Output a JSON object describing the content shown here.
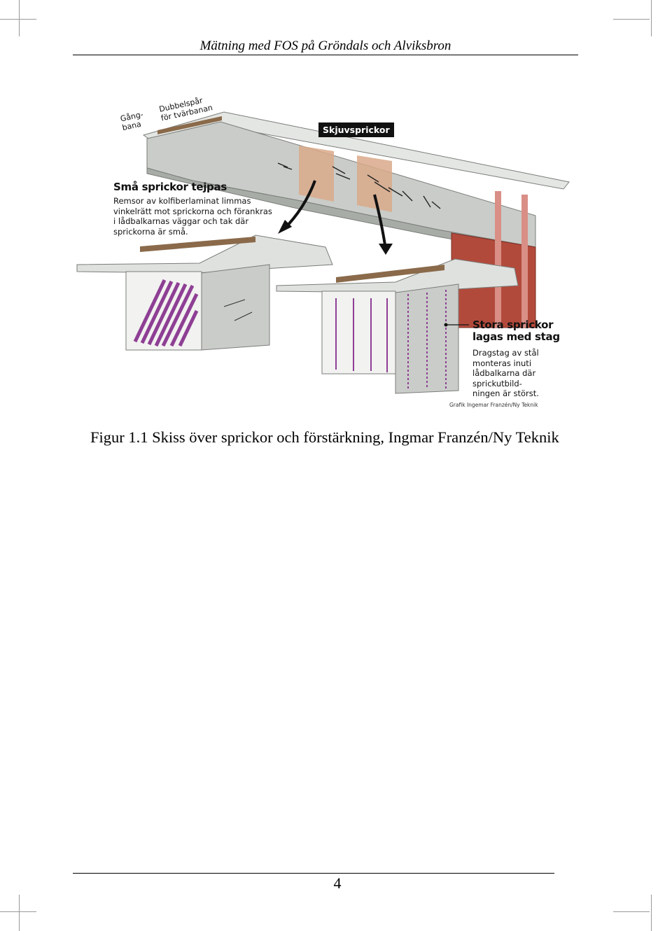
{
  "header": {
    "running_title": "Mätning med FOS på Gröndals och Alviksbron"
  },
  "figure": {
    "labels": {
      "gangbana": "Gång-\nbana",
      "dubbelspar": "Dubbelspår\nför tvärbanan",
      "skjuvsprickor": "Skjuvsprickor",
      "sma_heading": "Små sprickor tejpas",
      "sma_body": "Remsor av kolfiberlaminat limmas\nvinkelrätt mot sprickorna och förankras\ni lådbalkarnas väggar och tak där\nsprickorna är små.",
      "stora_heading": "Stora sprickor\nlagas med stag",
      "stora_body": "Dragstag av stål\nmonteras inuti\nlådbalkarna där\nsprickutbild-\nningen är störst.",
      "credit": "Grafik Ingemar Franzén/Ny Teknik"
    },
    "colors": {
      "concrete": "#c9ccc8",
      "concrete_dark": "#a8aca7",
      "highlight_band": "#d9a98a",
      "pier": "#b24a3c",
      "laminate": "#8e3f94",
      "rail": "#8a6a4a"
    }
  },
  "caption": "Figur 1.1 Skiss över sprickor och förstärkning, Ingmar Franzén/Ny Teknik",
  "footer": {
    "page_number": "4"
  }
}
